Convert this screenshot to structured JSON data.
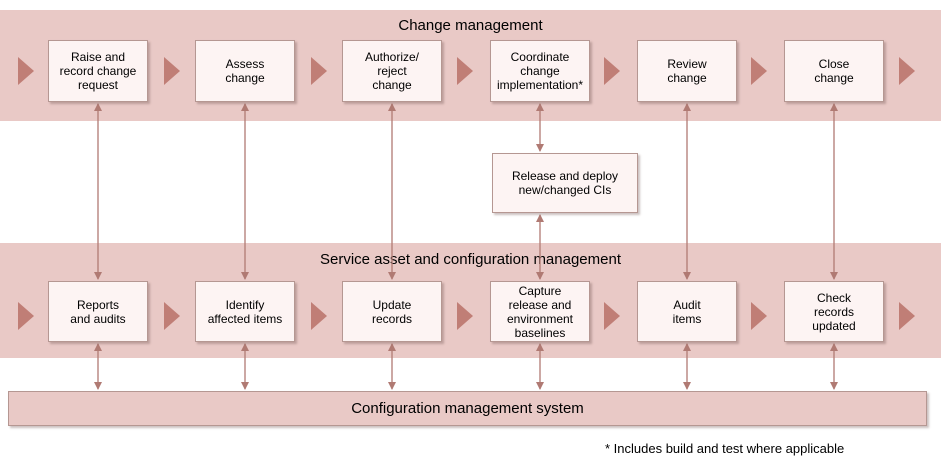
{
  "change_management": {
    "title": "Change management",
    "steps": [
      "Raise and\nrecord change\nrequest",
      "Assess\nchange",
      "Authorize/\nreject\nchange",
      "Coordinate\nchange\nimplementation*",
      "Review\nchange",
      "Close\nchange"
    ]
  },
  "release": {
    "label": "Release and deploy\nnew/changed CIs"
  },
  "sacm": {
    "title": "Service asset and configuration management",
    "steps": [
      "Reports\nand audits",
      "Identify\naffected items",
      "Update\nrecords",
      "Capture\nrelease and\nenvironment\nbaselines",
      "Audit\nitems",
      "Check\nrecords\nupdated"
    ]
  },
  "cms": {
    "label": "Configuration management system"
  },
  "footnote": "* Includes build and test where applicable",
  "colors": {
    "band": "#e9c9c6",
    "box": "#fdf4f3",
    "arrow": "#c07e76",
    "connector": "#b07a73"
  }
}
